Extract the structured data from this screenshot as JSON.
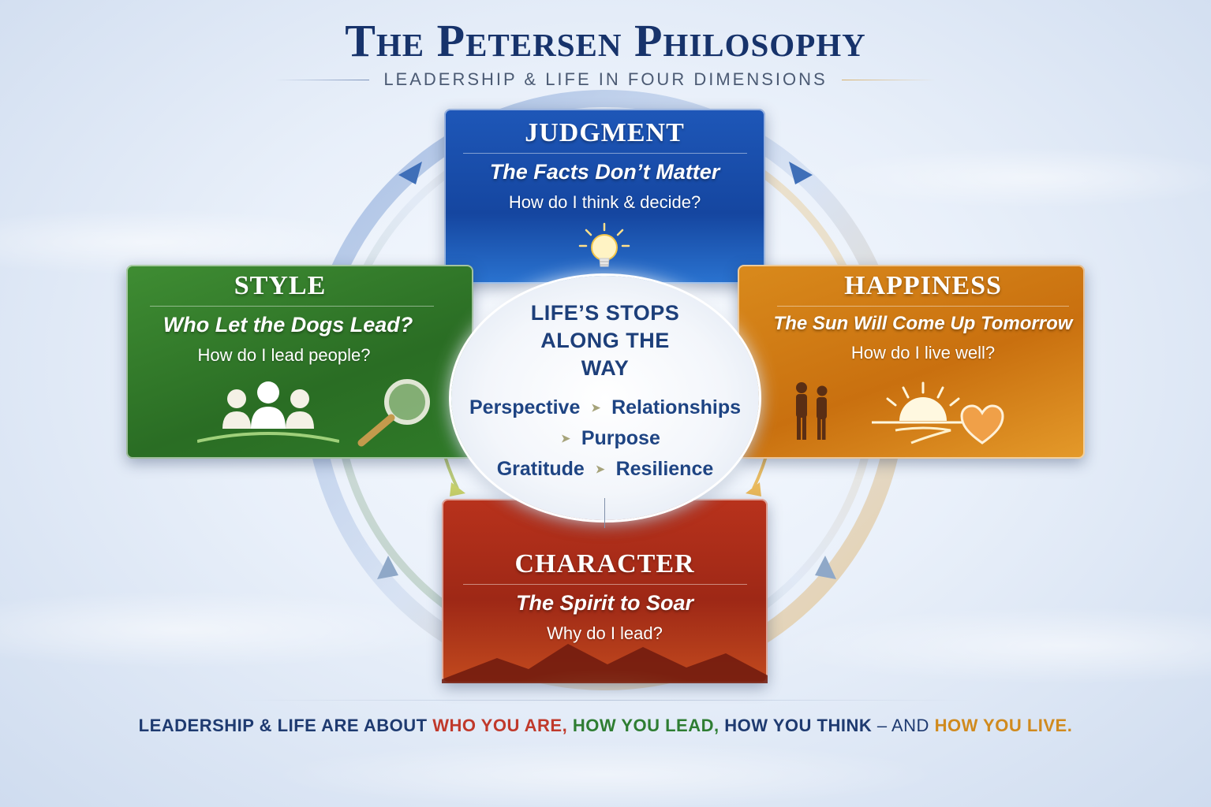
{
  "header": {
    "title": "The Petersen Philosophy",
    "subtitle": "LEADERSHIP & LIFE IN FOUR DIMENSIONS"
  },
  "center": {
    "title_lines": [
      "LIFE’S STOPS",
      "ALONG THE",
      "WAY"
    ],
    "stops": [
      "Perspective",
      "Relationships",
      "Purpose",
      "Gratitude",
      "Resilience"
    ]
  },
  "dimensions": {
    "judgment": {
      "title": "JUDGMENT",
      "tagline": "The Facts Don’t Matter",
      "question": "How do I think & decide?",
      "color": "#1e57b8",
      "icon": "lightbulb-icon"
    },
    "style": {
      "title": "STYLE",
      "tagline": "Who Let the Dogs Lead?",
      "question": "How do I lead people?",
      "color": "#3f8d33",
      "icon": "people-group-icon"
    },
    "happiness": {
      "title": "HAPPINESS",
      "tagline": "The Sun Will Come Up Tomorrow",
      "question": "How do I live well?",
      "color": "#d98a1c",
      "icon": "sunrise-icon"
    },
    "character": {
      "title": "CHARACTER",
      "tagline": "The Spirit to Soar",
      "question": "Why do I lead?",
      "color": "#b8321c",
      "icon": "mountain-sunrise-icon"
    }
  },
  "footer": {
    "intro": "LEADERSHIP & LIFE ARE ABOUT",
    "part_red": "WHO YOU ARE,",
    "part_green": "HOW YOU LEAD,",
    "part_navy": "HOW YOU THINK",
    "dash": "– AND",
    "part_orange": "HOW YOU LIVE."
  }
}
